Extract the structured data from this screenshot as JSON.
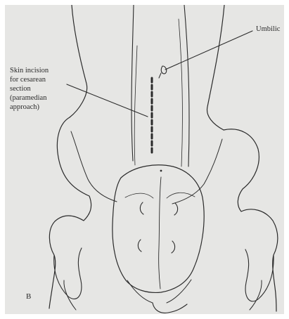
{
  "figure": {
    "panel_letter": "B",
    "labels": {
      "umbilicus": "Umbilic",
      "incision_lines": [
        "Skin incision",
        "for cesarean",
        "section",
        "(paramedian",
        "approach)"
      ]
    },
    "colors": {
      "paper": "#e6e6e4",
      "ink": "#2a2a2a",
      "border": "#ffffff"
    }
  }
}
